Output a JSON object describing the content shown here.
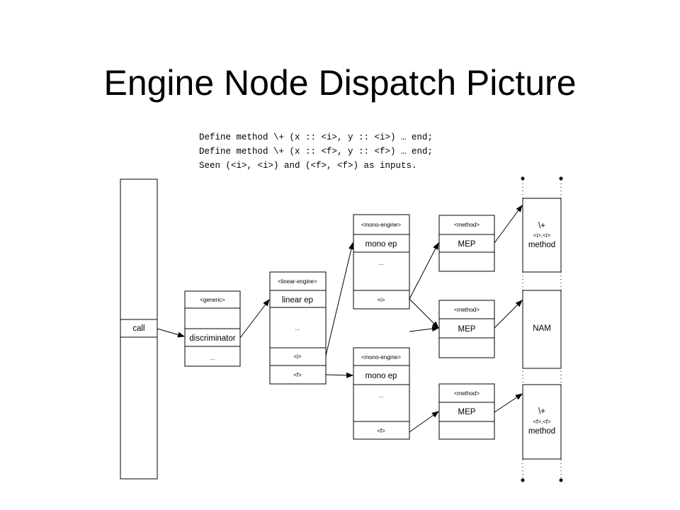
{
  "slide": {
    "title": "Engine Node Dispatch Picture",
    "code_lines": [
      "Define method \\+ (x :: <i>, y :: <i>) … end;",
      "Define method \\+ (x :: <f>, y :: <f>) … end;",
      "Seen (<i>, <i>) and (<f>, <f>) as inputs."
    ]
  },
  "diagram": {
    "call_stack": {
      "label": "call"
    },
    "generic": {
      "header": "<generic>",
      "discriminator": "discriminator",
      "ellipsis": "..."
    },
    "linear_engine": {
      "header": "<linear-engine>",
      "ep": "linear ep",
      "ellipsis": "...",
      "key_i": "<i>",
      "key_f": "<f>"
    },
    "mono_engine_i": {
      "header": "<mono-engine>",
      "ep": "mono ep",
      "ellipsis": "...",
      "key": "<i>"
    },
    "mono_engine_f": {
      "header": "<mono-engine>",
      "ep": "mono ep",
      "ellipsis": "...",
      "key": "<f>"
    },
    "method_1": {
      "header": "<method>",
      "ep": "MEP"
    },
    "method_2": {
      "header": "<method>",
      "ep": "MEP"
    },
    "method_3": {
      "header": "<method>",
      "ep": "MEP"
    },
    "target_1": {
      "name": "\\+",
      "types": "<i>,<i>",
      "kind": "method"
    },
    "target_2": {
      "label": "NAM"
    },
    "target_3": {
      "name": "\\+",
      "types": "<f>,<f>",
      "kind": "method"
    }
  }
}
